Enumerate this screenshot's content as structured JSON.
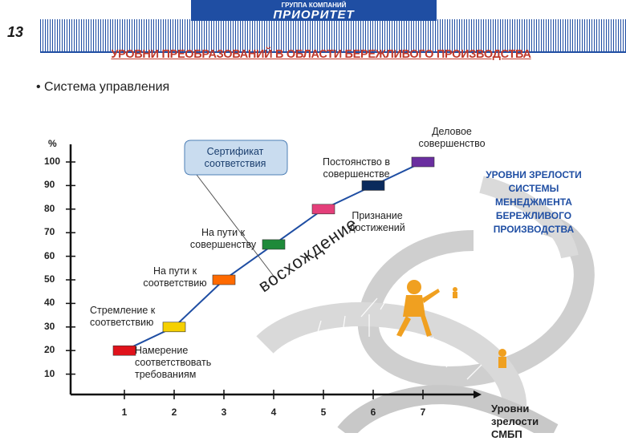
{
  "header": {
    "logo_top": "ГРУППА КОМПАНИЙ",
    "logo_main": "ПРИОРИТЕТ",
    "page_number": "13",
    "title": "УРОВНИ ПРЕОБРАЗОВАНИЙ В ОБЛАСТИ БЕРЕЖЛИВОГО ПРОИЗВОДСТВА"
  },
  "bullet": "• Система управления",
  "y_axis": {
    "unit": "%",
    "ticks": [
      "100",
      "90",
      "80",
      "70",
      "60",
      "50",
      "40",
      "30",
      "20",
      "10"
    ]
  },
  "x_axis": {
    "ticks": [
      "1",
      "2",
      "3",
      "4",
      "5",
      "6",
      "7"
    ],
    "label_line1": "Уровни",
    "label_line2": "зрелости",
    "label_line3": "СМБП"
  },
  "steps": [
    {
      "level": "1",
      "percent": 20,
      "color": "#e0121b",
      "label": "Намерение соответствовать требованиям"
    },
    {
      "level": "2",
      "percent": 30,
      "color": "#f5d000",
      "label": "Стремление к соответствию"
    },
    {
      "level": "3",
      "percent": 50,
      "color": "#ff6a00",
      "label": "На пути к соответствию"
    },
    {
      "level": "4",
      "percent": 65,
      "color": "#1e8a3a",
      "label": "На пути к совершенству"
    },
    {
      "level": "5",
      "percent": 80,
      "color": "#e43f7a",
      "label": "Признание достижений"
    },
    {
      "level": "6",
      "percent": 90,
      "color": "#0a2a5c",
      "label": "Постоянство в совершенстве"
    },
    {
      "level": "7",
      "percent": 100,
      "color": "#6a2ea0",
      "label": "Деловое совершенство"
    }
  ],
  "callout": "Сертификат соответствия",
  "ascent_label": "восхождение",
  "right_label": {
    "l1": "УРОВНИ ЗРЕЛОСТИ",
    "l2": "СИСТЕМЫ",
    "l3": "МЕНЕДЖМЕНТА",
    "l4": "БЕРЕЖЛИВОГО",
    "l5": "ПРОИЗВОДСТВА"
  },
  "colors": {
    "brand_blue": "#1f4ea3",
    "title_red": "#c0392b",
    "callout_fill": "#c9dcef",
    "figure": "#f0a020"
  }
}
